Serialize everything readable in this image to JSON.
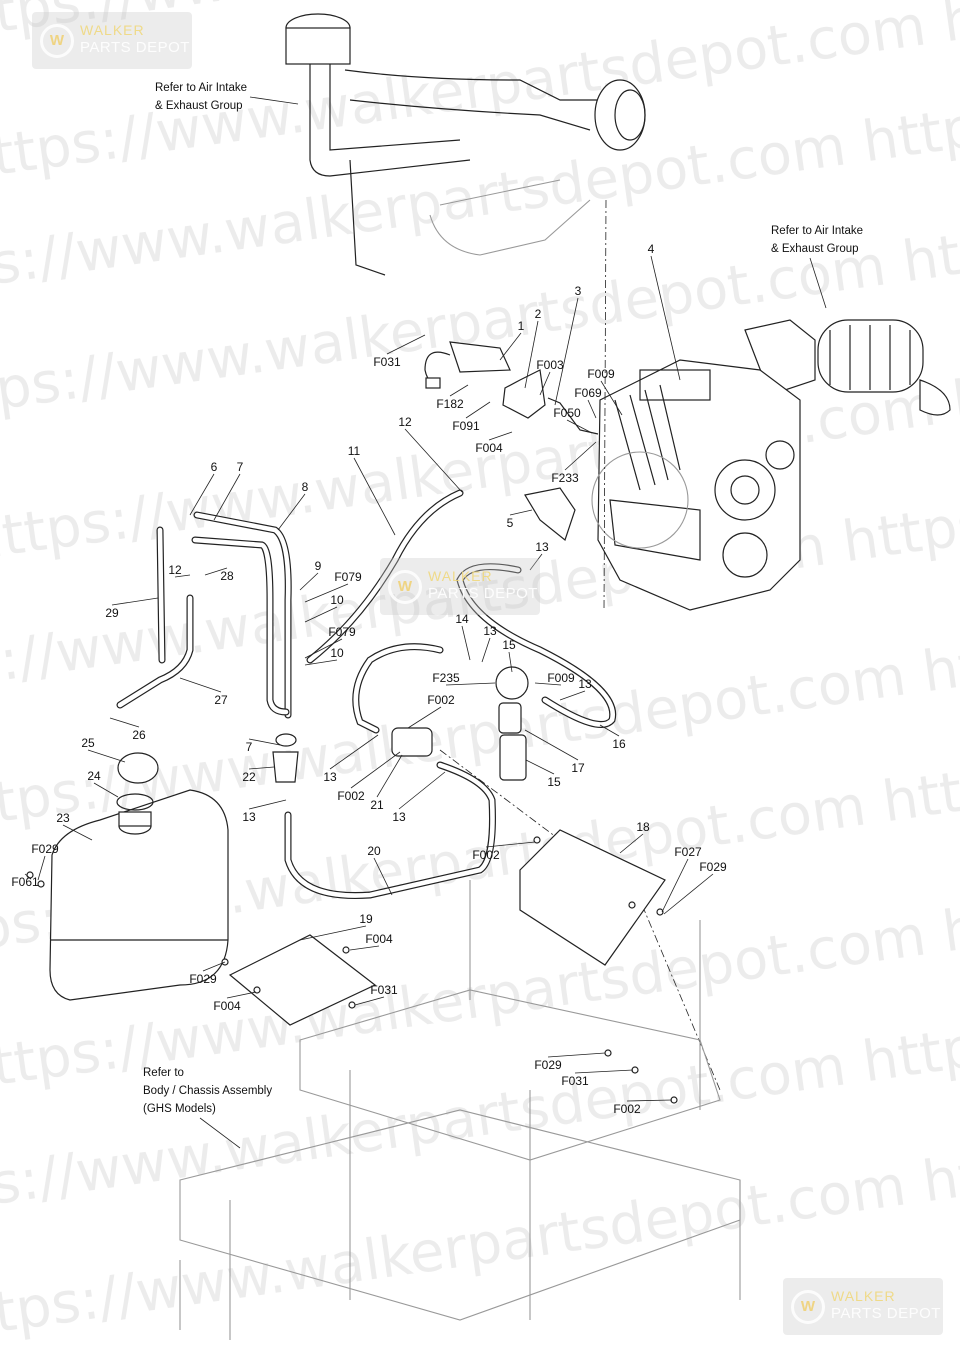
{
  "diagram": {
    "watermark_text": "https://www.walkerpartsdepot.com",
    "badge": {
      "line1": "WALKER",
      "line2": "PARTS DEPOT",
      "logo": "W"
    },
    "notes": {
      "air_intake_top": [
        "Refer to Air Intake",
        "& Exhaust Group"
      ],
      "air_intake_right": [
        "Refer to Air Intake",
        "& Exhaust Group"
      ],
      "chassis": [
        "Refer to",
        "Body / Chassis Assembly",
        "(GHS Models)"
      ]
    },
    "callouts": [
      "1",
      "2",
      "3",
      "4",
      "F031",
      "F003",
      "F009",
      "F069",
      "F182",
      "F050",
      "F091",
      "F004",
      "F233",
      "12",
      "11",
      "5",
      "6",
      "7",
      "8",
      "13",
      "9",
      "F079",
      "29",
      "12",
      "28",
      "10",
      "14",
      "13",
      "15",
      "F079",
      "10",
      "F235",
      "F009",
      "13",
      "F002",
      "27",
      "26",
      "25",
      "7",
      "16",
      "17",
      "22",
      "24",
      "13",
      "15",
      "F002",
      "21",
      "13",
      "13",
      "23",
      "18",
      "F029",
      "F027",
      "F002",
      "20",
      "F029",
      "F061",
      "19",
      "F004",
      "F029",
      "F031",
      "F004",
      "F029",
      "F031",
      "F002"
    ]
  }
}
